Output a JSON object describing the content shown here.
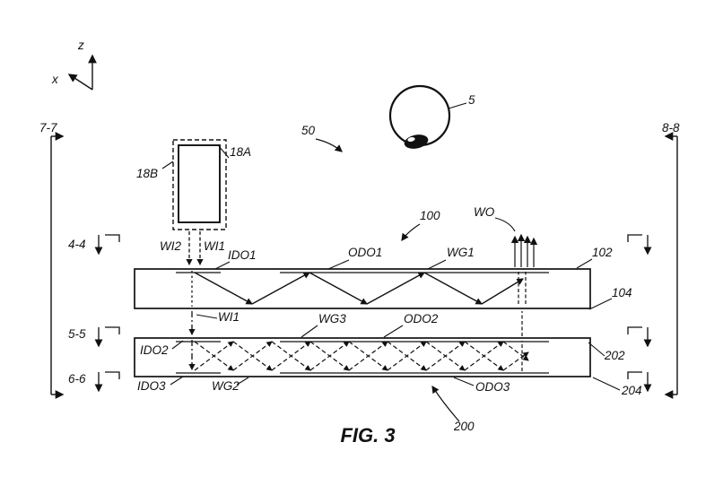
{
  "figure": {
    "title": "FIG. 3"
  },
  "axes": {
    "z": "z",
    "x": "x"
  },
  "section_markers": {
    "s77": "7-7",
    "s88": "8-8",
    "s44": "4-4",
    "s55": "5-5",
    "s66": "6-6"
  },
  "labels": {
    "eye": "5",
    "system": "50",
    "projector_solid": "18A",
    "projector_dashed": "18B",
    "wi2": "WI2",
    "wi1_top": "WI1",
    "wi1_mid": "WI1",
    "ido1": "IDO1",
    "odo1": "ODO1",
    "wg1": "WG1",
    "wo": "WO",
    "n100": "100",
    "n102": "102",
    "n104": "104",
    "wg3": "WG3",
    "odo2": "ODO2",
    "ido2": "IDO2",
    "n202": "202",
    "ido3": "IDO3",
    "wg2": "WG2",
    "odo3": "ODO3",
    "n204": "204",
    "n200": "200"
  }
}
